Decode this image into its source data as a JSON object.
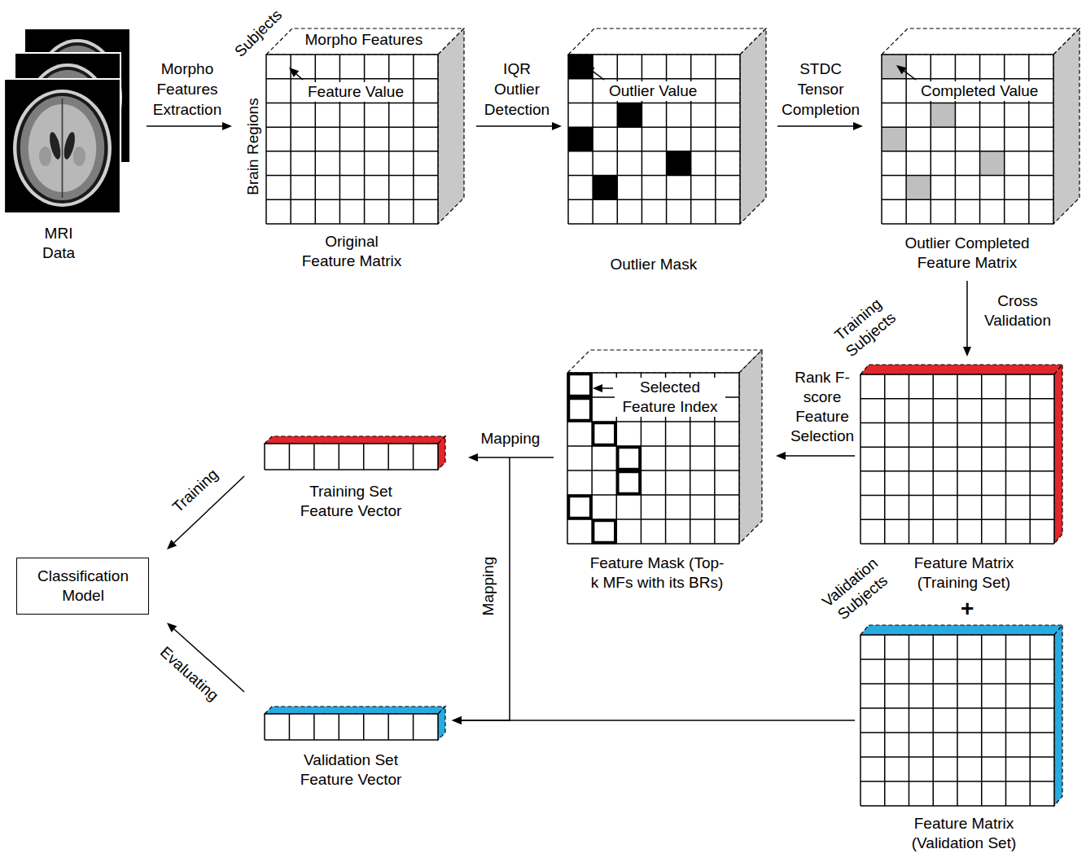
{
  "diagram": {
    "nodes": [
      {
        "text": [
          "MRI Data"
        ]
      },
      {
        "text": [
          "Subjects",
          "Morpho Features",
          "Feature Value",
          "Brain Regions",
          "Original Feature Matrix"
        ]
      },
      {
        "text": [
          "Outlier Value",
          "Outlier Mask"
        ]
      },
      {
        "text": [
          "Completed Value",
          "Outlier Completed Feature Matrix"
        ]
      },
      {
        "text": [
          "Training Subjects",
          "Feature Matrix (Training Set)"
        ]
      },
      {
        "text": [
          "Selected Feature Index",
          "Feature Mask (Top-k MFs with its BRs)"
        ]
      },
      {
        "text": [
          "Training Set Feature Vector"
        ]
      },
      {
        "text": [
          "Classification Model"
        ]
      },
      {
        "text": [
          "Validation Set Feature Vector"
        ]
      },
      {
        "text": [
          "Validation Subjects",
          "Feature Matrix (Validation Set)"
        ]
      }
    ],
    "edges": [
      {
        "from": 0,
        "to": 1,
        "label": "Morpho Features Extraction",
        "arrow": "to"
      },
      {
        "from": 1,
        "to": 2,
        "label": "IQR Outlier Detection",
        "arrow": "to"
      },
      {
        "from": 2,
        "to": 3,
        "label": "STDC Tensor Completion",
        "arrow": "to"
      },
      {
        "from": 3,
        "to": 4,
        "label": "Cross Validation",
        "arrow": "to"
      },
      {
        "from": 4,
        "to": 5,
        "label": "Rank F-score Feature Selection",
        "arrow": "to"
      },
      {
        "from": 5,
        "to": 6,
        "label": "Mapping",
        "arrow": "to"
      },
      {
        "from": 5,
        "to": 8,
        "label": "Mapping",
        "arrow": "to"
      },
      {
        "from": 9,
        "to": 8,
        "arrow": "to"
      },
      {
        "from": 6,
        "to": 7,
        "label": "Training",
        "arrow": "to"
      },
      {
        "from": 8,
        "to": 7,
        "label": "Evaluating",
        "arrow": "to"
      }
    ],
    "labels": [
      "+"
    ]
  }
}
